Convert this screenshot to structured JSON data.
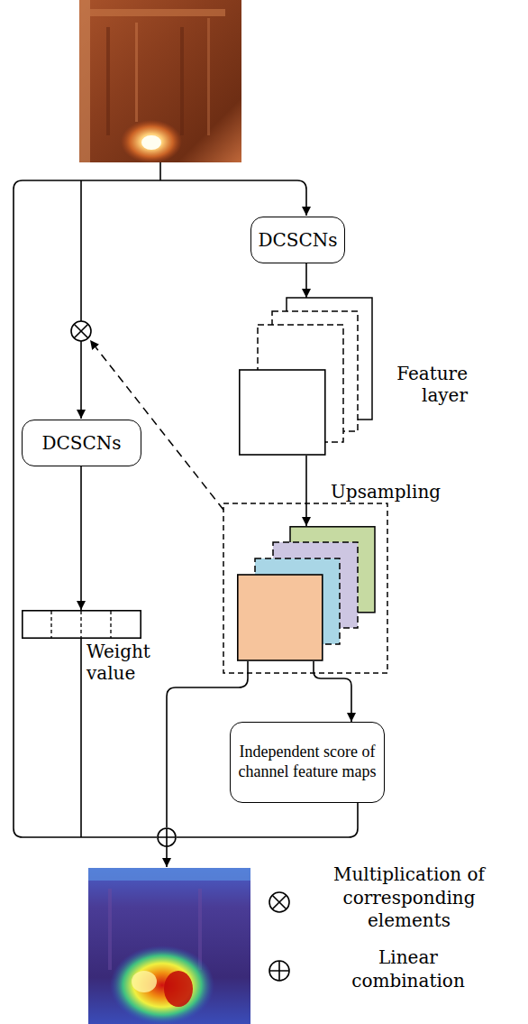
{
  "diagram": {
    "nodes": [
      {
        "text": [
          "DCSCNs"
        ]
      },
      {
        "text": [
          "Feature layer"
        ]
      },
      {
        "text": [
          "DCSCNs"
        ]
      },
      {
        "text": [
          "Upsampling"
        ]
      },
      {
        "text": [
          "Weight value"
        ]
      },
      {
        "text": [
          "Independent score of channel feature maps"
        ]
      }
    ],
    "edges": [
      {
        "from": 0,
        "to": 1,
        "arrow": "to"
      },
      {
        "from": 1,
        "to": 3,
        "arrow": "to"
      },
      {
        "from": 3,
        "to": 5,
        "arrow": "to"
      },
      {
        "from": 2,
        "to": 4,
        "arrow": "to"
      }
    ],
    "legend": [
      {
        "text": "Multiplication of corresponding elements"
      },
      {
        "text": "Linear combination"
      }
    ]
  }
}
